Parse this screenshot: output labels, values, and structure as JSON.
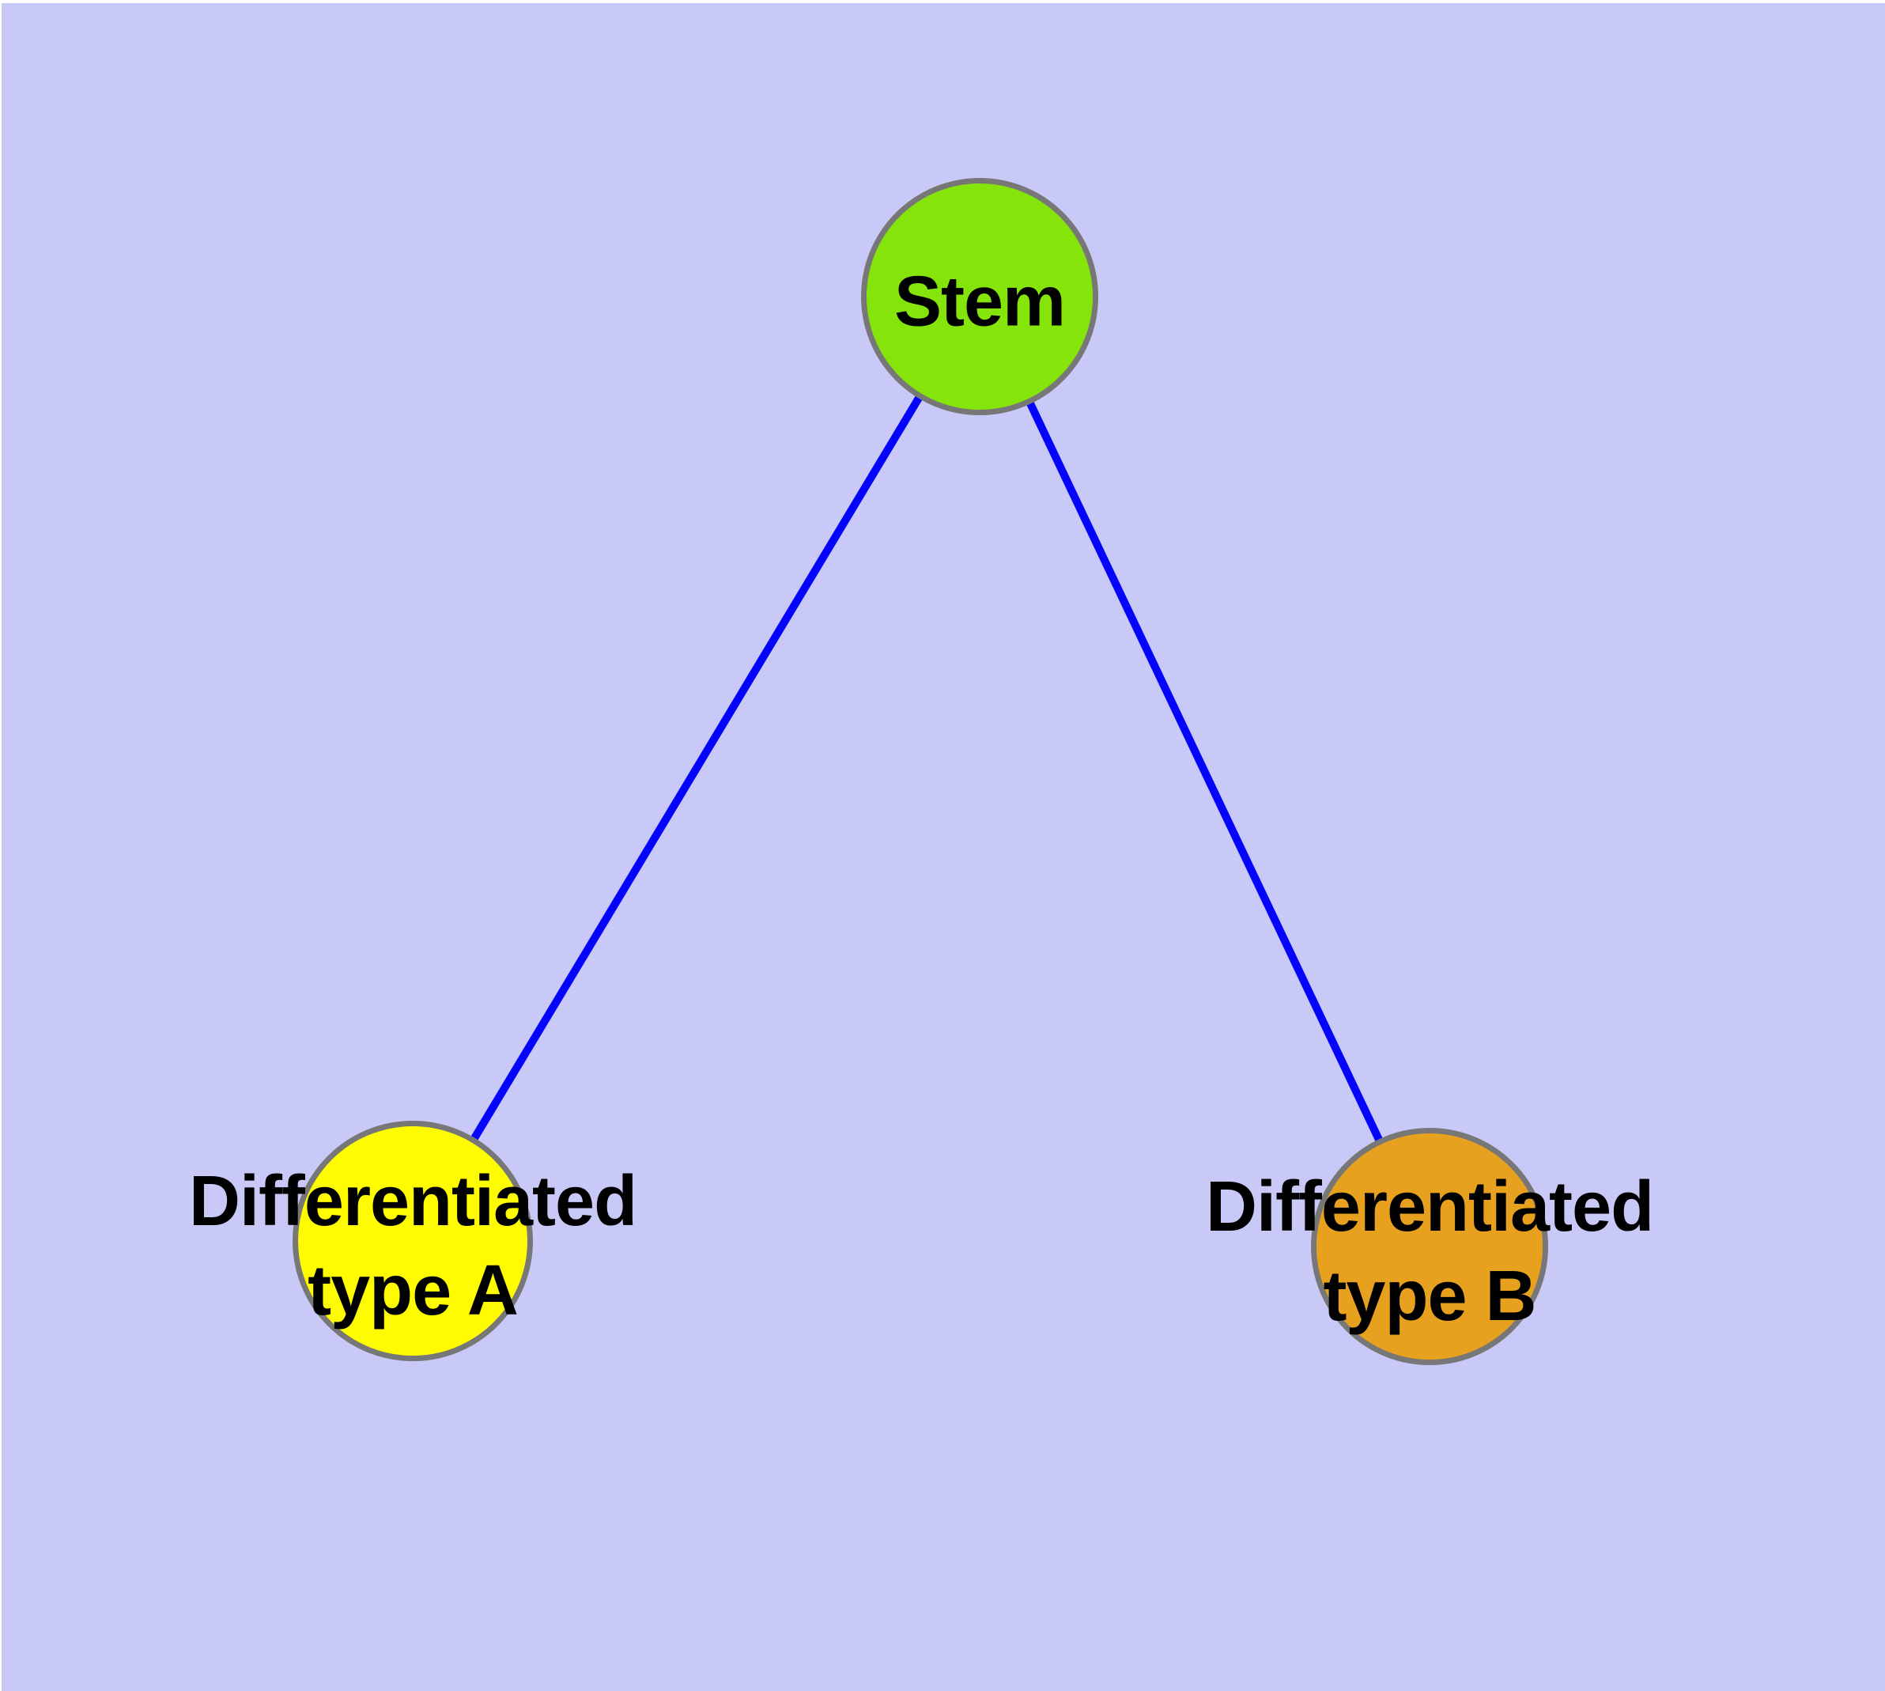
{
  "diagram": {
    "nodes": [
      {
        "id": "stem",
        "label": "Stem",
        "fill": "#85E50A"
      },
      {
        "id": "differentiated-type-a",
        "label": "Differentiated\ntype A",
        "fill": "#FFFB00"
      },
      {
        "id": "differentiated-type-b",
        "label": "Differentiated\ntype B",
        "fill": "#E8A11E"
      }
    ],
    "edges": [
      {
        "from": "stem",
        "to": "differentiated-type-a"
      },
      {
        "from": "stem",
        "to": "differentiated-type-b"
      }
    ],
    "colors": {
      "background": "#C9C9F8",
      "margin": "#FFFFFF",
      "edge": "#0404FC",
      "node_border": "#777777",
      "label_text": "#000000"
    }
  }
}
